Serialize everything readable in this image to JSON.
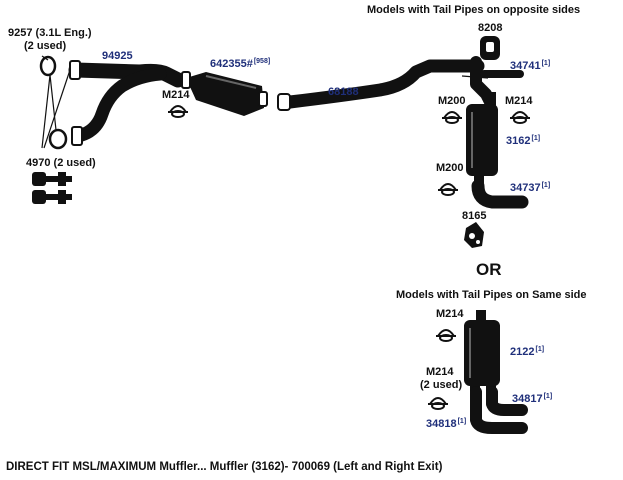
{
  "headers": {
    "opposite_sides": "Models with Tail Pipes on opposite sides",
    "same_side": "Models with Tail Pipes on Same side",
    "or": "OR"
  },
  "labels": {
    "gasket_9257": "9257 (3.1L Eng.)",
    "gasket_9257_qty": "(2 used)",
    "part_94925": "94925",
    "part_642355": "642355#",
    "part_642355_note": "[958]",
    "clamp_m214_a": "M214",
    "part_68188": "68188",
    "part_8208": "8208",
    "part_34741": "34741",
    "part_34741_note": "[1]",
    "clamp_m200_a": "M200",
    "clamp_m214_b": "M214",
    "part_3162": "3162",
    "part_3162_note": "[1]",
    "clamp_m200_b": "M200",
    "part_34737": "34737",
    "part_34737_note": "[1]",
    "part_8165": "8165",
    "bolt_4970": "4970 (2 used)",
    "clamp_m214_c": "M214",
    "part_2122": "2122",
    "part_2122_note": "[1]",
    "clamp_m214_d": "M214",
    "clamp_m214_d_qty": "(2 used)",
    "part_34817": "34817",
    "part_34817_note": "[1]",
    "part_34818": "34818",
    "part_34818_note": "[1]"
  },
  "caption": "DIRECT FIT MSL/MAXIMUM Muffler... Muffler (3162)- 700069 (Left and Right Exit)",
  "colors": {
    "part": "#111111",
    "part_number": "#1f2f7a",
    "background": "#ffffff"
  }
}
